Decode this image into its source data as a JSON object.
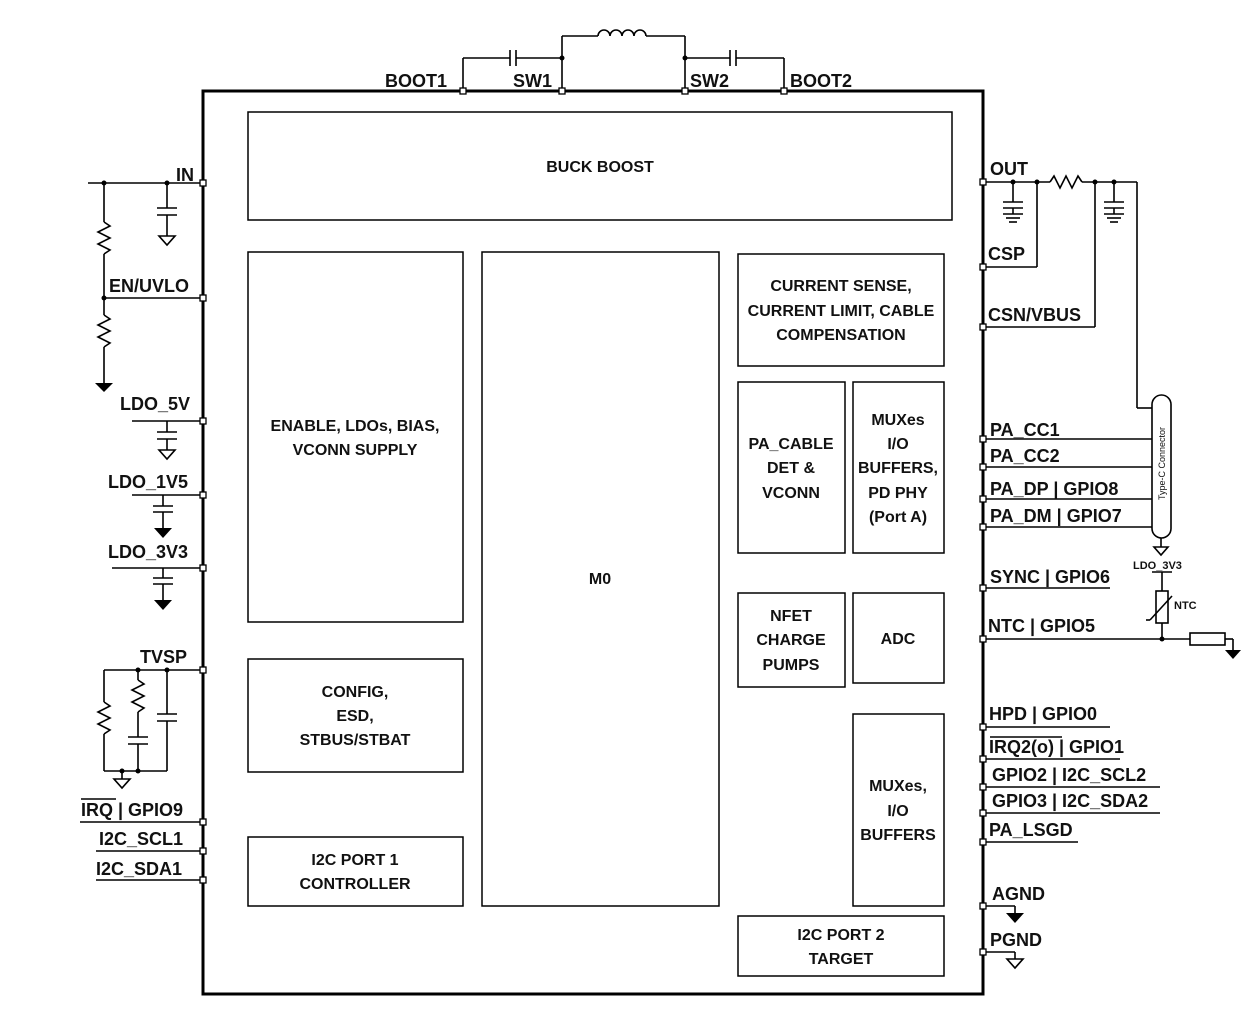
{
  "chip": {
    "blocks": {
      "buck_boost": "BUCK BOOST",
      "enable": [
        "ENABLE, LDOs, BIAS,",
        "VCONN SUPPLY"
      ],
      "config": [
        "CONFIG,",
        "ESD,",
        "STBUS/STBAT"
      ],
      "i2c_port1": [
        "I2C PORT 1",
        "CONTROLLER"
      ],
      "m0": "M0",
      "current_sense": [
        "CURRENT SENSE,",
        "CURRENT LIMIT, CABLE",
        "COMPENSATION"
      ],
      "pa_cable": [
        "PA_CABLE",
        "DET &",
        "VCONN"
      ],
      "muxes_pd": [
        "MUXes",
        "I/O",
        "BUFFERS,",
        "PD PHY",
        "(Port A)"
      ],
      "nfet": [
        "NFET",
        "CHARGE",
        "PUMPS"
      ],
      "adc": "ADC",
      "muxes_io": [
        "MUXes,",
        "I/O",
        "BUFFERS"
      ],
      "i2c_port2": [
        "I2C PORT 2",
        "TARGET"
      ]
    },
    "pins_top": [
      "BOOT1",
      "SW1",
      "SW2",
      "BOOT2"
    ],
    "pins_left": [
      "IN",
      "EN/UVLO",
      "LDO_5V",
      "LDO_1V5",
      "LDO_3V3",
      "TVSP",
      "IRQ | GPIO9",
      "I2C_SCL1",
      "I2C_SDA1"
    ],
    "pins_right": [
      "OUT",
      "CSP",
      "CSN/VBUS",
      "PA_CC1",
      "PA_CC2",
      "PA_DP | GPIO8",
      "PA_DM | GPIO7",
      "SYNC | GPIO6",
      "NTC | GPIO5",
      "HPD | GPIO0",
      "IRQ2(o) | GPIO1",
      "GPIO2 | I2C_SCL2",
      "GPIO3 | I2C_SDA2",
      "PA_LSGD",
      "AGND",
      "PGND"
    ]
  },
  "external": {
    "connector": "Type-C Connector",
    "ldo_ref": "LDO_3V3",
    "ntc": "NTC"
  }
}
